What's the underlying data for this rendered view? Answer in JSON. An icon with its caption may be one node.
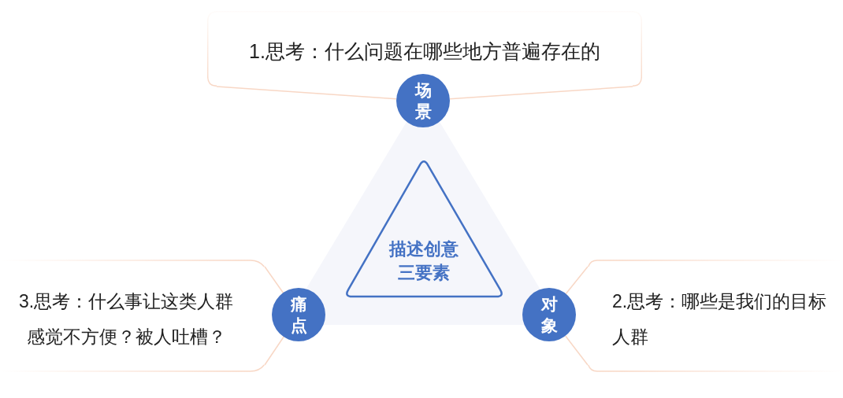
{
  "diagram": {
    "nodes": [
      {
        "text": [
          "1.思考：什么问题在哪些地方普遍存在的"
        ]
      },
      {
        "text": [
          "场景"
        ]
      },
      {
        "text": [
          "描述创意三要素"
        ]
      },
      {
        "text": [
          "3.思考：什么事让这类人群感觉不方便？被人吐槽？"
        ]
      },
      {
        "text": [
          "痛点"
        ]
      },
      {
        "text": [
          "对象"
        ]
      },
      {
        "text": [
          "2.思考：哪些是我们的目标人群"
        ]
      }
    ],
    "edges": [
      {
        "from": 0,
        "to": 1,
        "arrow": "none"
      },
      {
        "from": 0,
        "to": 1,
        "arrow": "none"
      },
      {
        "from": 3,
        "to": 4,
        "arrow": "none"
      },
      {
        "from": 3,
        "to": 4,
        "arrow": "none"
      },
      {
        "from": 6,
        "to": 5,
        "arrow": "none"
      },
      {
        "from": 6,
        "to": 5,
        "arrow": "none"
      }
    ]
  }
}
